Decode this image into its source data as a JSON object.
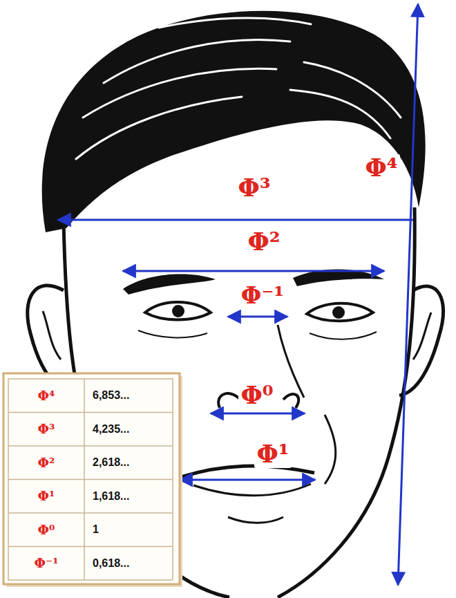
{
  "diagram": {
    "labels": [
      "Φ⁴",
      "Φ³",
      "Φ²",
      "Φ⁻¹",
      "Φ⁰",
      "Φ¹",
      "Φ⁴",
      "6,853...",
      "Φ³",
      "4,235...",
      "Φ²",
      "2,618...",
      "Φ¹",
      "1,618...",
      "Φ⁰",
      "1",
      "Φ⁻¹",
      "0,618..."
    ]
  }
}
